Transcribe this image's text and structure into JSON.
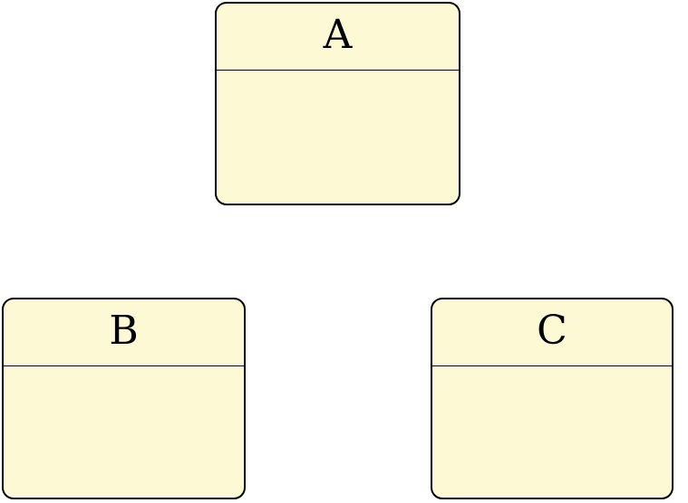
{
  "diagram": {
    "type": "uml-class-diagram",
    "colors": {
      "node_fill": "#FDF9D5",
      "node_border": "#000000",
      "background": "#FFFFFF"
    },
    "nodes": [
      {
        "id": "A",
        "label": "A",
        "position": "top-center",
        "attributes": []
      },
      {
        "id": "B",
        "label": "B",
        "position": "bottom-left",
        "attributes": []
      },
      {
        "id": "C",
        "label": "C",
        "position": "bottom-right",
        "attributes": []
      }
    ],
    "edges": []
  }
}
